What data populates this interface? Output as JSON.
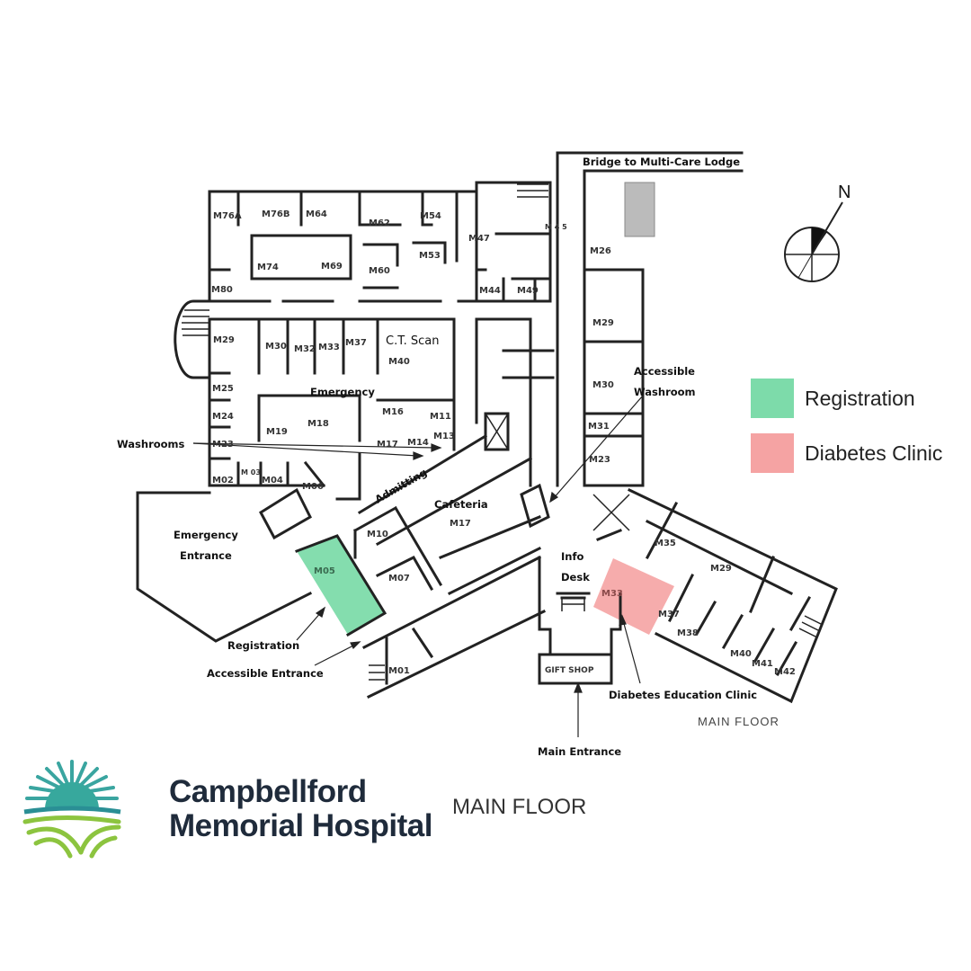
{
  "map": {
    "floor_label": "MAIN FLOOR",
    "north_label": "N",
    "rooms": {
      "m76a": "M76A",
      "m76b": "M76B",
      "m64": "M64",
      "m62": "M62",
      "m54": "M54",
      "m47": "M47",
      "m45": "M 4 5",
      "m74": "M74",
      "m69": "M69",
      "m60": "M60",
      "m53": "M53",
      "m80": "M80",
      "m44": "M44",
      "m49": "M49",
      "m26": "M26",
      "m29_left": "M29",
      "m30_left": "M30",
      "m32": "M32",
      "m33_left": "M33",
      "m37_left": "M37",
      "m40_left": "M40",
      "m29_right": "M29",
      "m25": "M25",
      "m24": "M24",
      "m23_left": "M23",
      "m19": "M19",
      "m18": "M18",
      "m16": "M16",
      "m11": "M11",
      "m17_small": "M17",
      "m14": "M14",
      "m13": "M13",
      "m30_right": "M30",
      "m31": "M31",
      "m23_right": "M23",
      "m02": "M02",
      "m03": "M 03",
      "m04": "M04",
      "m06": "M06",
      "m10": "M10",
      "m07": "M07",
      "m05": "M05",
      "m01": "M01",
      "m17_cafeteria": "M17",
      "m35": "M35",
      "m29_wing": "M29",
      "m33": "M33",
      "m37": "M37",
      "m38": "M38",
      "m40": "M40",
      "m41": "M41",
      "m42": "M42"
    },
    "labels": {
      "bridge": "Bridge to Multi-Care Lodge",
      "ct_scan": "C.T. Scan",
      "emergency": "Emergency",
      "accessible_washroom_1": "Accessible",
      "accessible_washroom_2": "Washroom",
      "washrooms": "Washrooms",
      "admitting": "Admitting",
      "cafeteria": "Cafeteria",
      "emergency_entrance_1": "Emergency",
      "emergency_entrance_2": "Entrance",
      "info_desk_1": "Info",
      "info_desk_2": "Desk",
      "registration": "Registration",
      "accessible_entrance": "Accessible Entrance",
      "gift_shop": "GIFT SHOP",
      "diabetes_education_clinic": "Diabetes  Education Clinic",
      "main_entrance": "Main Entrance"
    }
  },
  "legend": {
    "items": [
      {
        "label": "Registration",
        "color": "#7ddbaa"
      },
      {
        "label": "Diabetes Clinic",
        "color": "#f5a3a3"
      }
    ]
  },
  "footer": {
    "hospital_name_line1": "Campbellford",
    "hospital_name_line2": "Memorial Hospital",
    "floor_title": "MAIN FLOOR"
  }
}
